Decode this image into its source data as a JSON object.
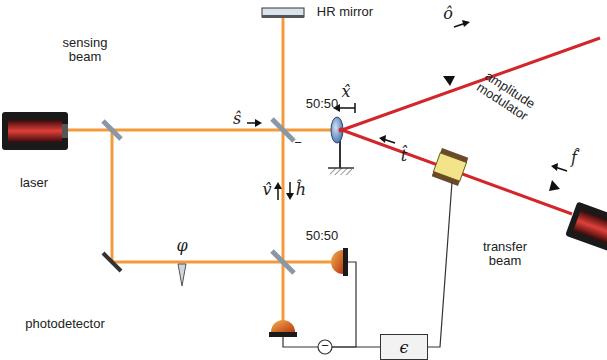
{
  "diagram": {
    "nodes": [
      {
        "text": [
          "ϵ"
        ]
      }
    ],
    "labels": [
      "HR mirror",
      "sensing beam",
      "laser",
      "ŝ",
      "50:50",
      "−",
      "x̂",
      "ô",
      "t̂",
      "amplitude modulator",
      "f̂",
      "transfer beam",
      "v̂",
      "ĥ",
      "φ",
      "50:50",
      "photodetector",
      "−"
    ]
  }
}
